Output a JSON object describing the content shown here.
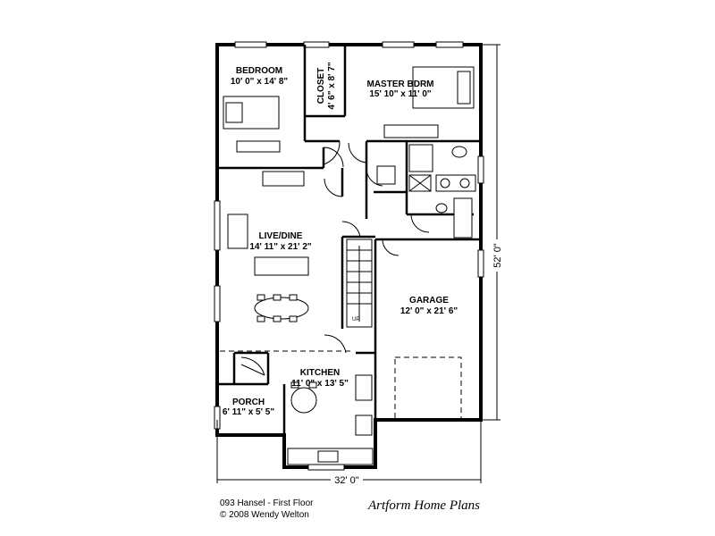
{
  "rooms": {
    "bedroom": {
      "name": "BEDROOM",
      "dims": "10' 0\" x 14' 8\""
    },
    "closet": {
      "name": "CLOSET",
      "dims": "4' 6\" x 8' 7\""
    },
    "master": {
      "name": "MASTER BDRM",
      "dims": "15' 10\" x 11' 0\""
    },
    "live_dine": {
      "name": "LIVE/DINE",
      "dims": "14' 11\" x 21' 2\""
    },
    "garage": {
      "name": "GARAGE",
      "dims": "12' 0\" x 21' 6\""
    },
    "kitchen": {
      "name": "KITCHEN",
      "dims": "11' 0\" x 13' 5\""
    },
    "porch": {
      "name": "PORCH",
      "dims": "6' 11\" x 5' 5\""
    }
  },
  "dimensions": {
    "width": "32' 0\"",
    "depth": "52' 0\""
  },
  "stair_label": "UP",
  "caption": {
    "plan_title": "093 Hansel - First Floor",
    "copyright": "© 2008 Wendy Welton"
  },
  "brand": "Artform Home Plans"
}
